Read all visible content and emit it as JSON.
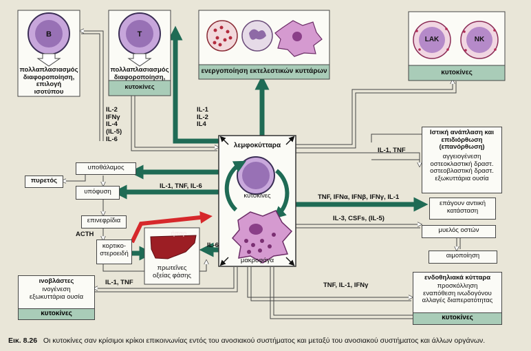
{
  "cells": {
    "b_label": "B",
    "t_label": "T",
    "lak_label": "LAK",
    "nk_label": "NK"
  },
  "b_box": {
    "text": [
      "πολλαπλασιασμός",
      "διαφοροποίηση,",
      "επιλογή",
      "ισοτύπου"
    ]
  },
  "t_box": {
    "text": [
      "πολλαπλασιασμός",
      "διαφοροποίηση,"
    ],
    "green": "κυτοκίνες"
  },
  "effector_box": {
    "text": "ενεργοποίηση εκτελεστικών κυττάρων"
  },
  "nk_box": {
    "green": "κυτοκίνες"
  },
  "center": {
    "top_label": "λεμφοκύτταρα",
    "middle_label": "κυτοκίνες",
    "bottom_label": "μακροφάγα"
  },
  "left_labels": {
    "t_cytokines": [
      "IL-2",
      "IFNγ",
      "IL-4",
      "(IL-5)",
      "IL-6"
    ],
    "effector_cytokines": [
      "IL-1",
      "IL-2",
      "IL4"
    ],
    "hypothalamus": "υποθάλαμος",
    "fever": "πυρετός",
    "pituitary": "υπόφυση",
    "pituitary_cytokines": "IL-1, TNF, IL-6",
    "adrenals": "επινεφρίδια",
    "acth": "ACTH",
    "cortico": [
      "κορτικο-",
      "στεροειδή"
    ],
    "liver": "ήπαρ",
    "acute_phase": [
      "πρωτεΐνες",
      "οξείας φάσης"
    ],
    "il6": "IL-6",
    "fibro_cytokines": "IL-1, TNF"
  },
  "fibro_box": {
    "title": "ινοβλάστες",
    "text": [
      "ινογένεση",
      "εξωκυττάρια ουσία"
    ],
    "green": "κυτοκίνες"
  },
  "right_labels": {
    "tissue_cytokines": "IL-1, TNF",
    "antiinf_cytokines": "TNF, IFNα, IFNβ, IFNγ, IL-1",
    "marrow_cytokines": "IL-3, CSFs, (IL-5)",
    "endo_cytokines": "TNF, IL-1, IFNγ"
  },
  "tissue_box": {
    "title": [
      "Ιστική ανάπλαση και",
      "επιδιόρθωση",
      "(επανόρθωση)"
    ],
    "text": [
      "αγγειογένεση",
      "οστεοκλαστική δραστ.",
      "οστεοβλαστική δραστ.",
      "εξωκυττάρια ουσία"
    ]
  },
  "antiviral_box": {
    "text": [
      "επάγουν αντιική",
      "κατάσταση"
    ]
  },
  "marrow_box": {
    "text": "μυελός οστών"
  },
  "hemato_box": {
    "text": "αιμοποίηση"
  },
  "endo_box": {
    "title": "ενδοθηλιακά κύτταρα",
    "text": [
      "προσκόλληση",
      "εναπόθεση ινωδογόνου",
      "αλλαγές διαπερατότητας"
    ],
    "green": "κυτοκίνες"
  },
  "caption": {
    "figure": "Εικ. 8.26",
    "text": "Οι κυτοκίνες σαν κρίσιμοι κρίκοι επικοινωνίας εντός του ανοσιακού συστήματος και μεταξύ του ανοσιακού συστήματος και άλλων οργάνων."
  },
  "colors": {
    "background": "#e9e6d8",
    "green_arrow": "#1f6b55",
    "green_band": "#a9ccb8",
    "red_arrow": "#d6282b",
    "liver": "#9c1e24",
    "cell_purple": "#b28ac6",
    "macrophage": "#d59ad0"
  }
}
